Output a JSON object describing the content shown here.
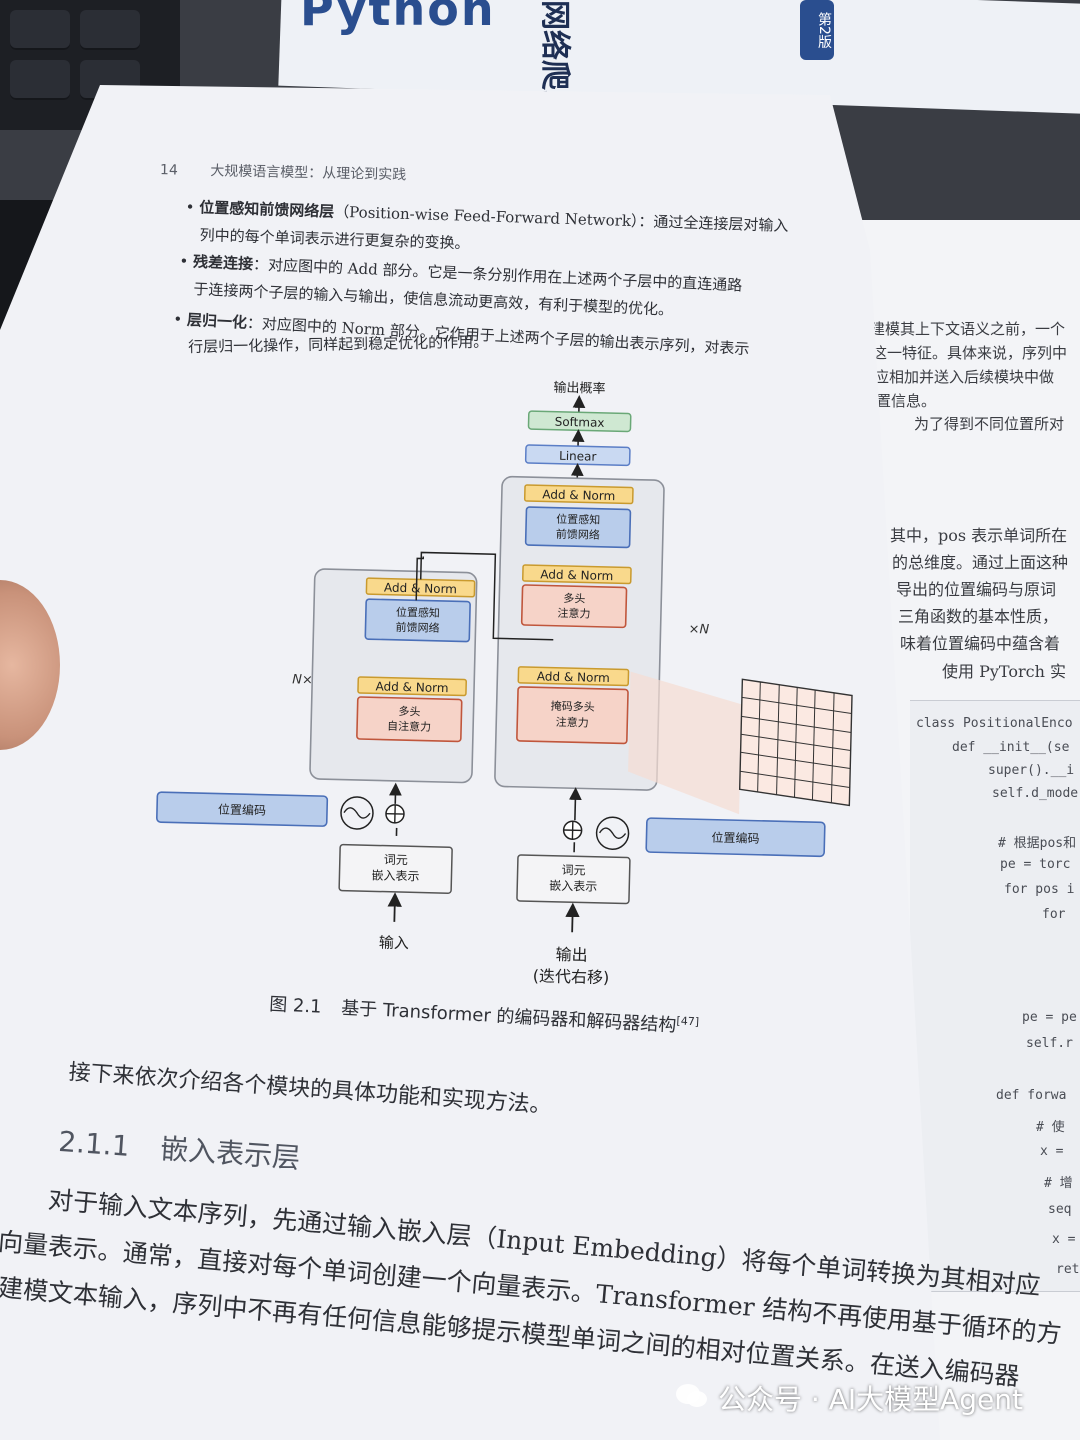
{
  "background_book": {
    "title": "Python",
    "subtitle": "网络爬虫开发实战",
    "edition": "第2版"
  },
  "header": {
    "page_number": "14",
    "book_title": "大规模语言模型：从理论到实践"
  },
  "bullets": [
    {
      "label": "位置感知前馈网络层",
      "line1": "（Position-wise Feed-Forward Network）：通过全连接层对输入",
      "line2": "列中的每个单词表示进行更复杂的变换。"
    },
    {
      "label": "残差连接",
      "line1": "：对应图中的 Add 部分。它是一条分别作用在上述两个子层中的直连通路",
      "line2": "于连接两个子层的输入与输出，使信息流动更高效，有利于模型的优化。"
    },
    {
      "label": "层归一化",
      "line1": "：对应图中的 Norm 部分。它作用于上述两个子层的输出表示序列，对表示",
      "line2": "行层归一化操作，同样起到稳定优化的作用。"
    }
  ],
  "diagram": {
    "output_prob": "输出概率",
    "softmax": "Softmax",
    "linear": "Linear",
    "add_norm": "Add & Norm",
    "ffn_line1": "位置感知",
    "ffn_line2": "前馈网络",
    "mha_line1": "多头",
    "mha_line2": "注意力",
    "enc_attn_line1": "多头",
    "enc_attn_line2": "自注意力",
    "masked_line1": "掩码多头",
    "masked_line2": "注意力",
    "pos_encoding": "位置编码",
    "embed_line1": "词元",
    "embed_line2": "嵌入表示",
    "nx_left": "N×",
    "nx_right": "×N",
    "input": "输入",
    "output_line1": "输出",
    "output_line2": "(迭代右移)"
  },
  "caption": {
    "label": "图 2.1",
    "text": "基于 Transformer 的编码器和解码器结构",
    "ref": "[47]"
  },
  "intro": "接下来依次介绍各个模块的具体功能和实现方法。",
  "section": {
    "number": "2.1.1",
    "title": "嵌入表示层"
  },
  "body": [
    "对于输入文本序列，先通过输入嵌入层（Input Embedding）将每个单词转换为其相对应",
    "向量表示。通常，直接对每个单词创建一个向量表示。Transformer 结构不再使用基于循环的方",
    "建模文本输入，序列中不再有任何信息能够提示模型单词之间的相对位置关系。在送入编码器"
  ],
  "right_page": {
    "lines": [
      "建模其上下文语义之前，一个",
      "这一特征。具体来说，序列中",
      "应相加并送入后续模块中做",
      "置信息。",
      "为了得到不同位置所对"
    ],
    "lines2": [
      "其中，pos 表示单词所在",
      "的总维度。通过上面这种",
      "导出的位置编码与原词",
      "三角函数的基本性质，",
      "味着位置编码中蕴含着",
      "使用 PyTorch 实"
    ],
    "code": [
      "class PositionalEnco",
      "def __init__(se",
      "super().__i",
      "self.d_mode",
      "# 根据pos和",
      "pe = torc",
      "for pos i",
      "for",
      "pe = pe",
      "self.r",
      "def forwa",
      "# 使",
      "x =",
      "# 增",
      "seq",
      "x =",
      "ret"
    ]
  },
  "watermark": "公众号 · AI大模型Agent"
}
